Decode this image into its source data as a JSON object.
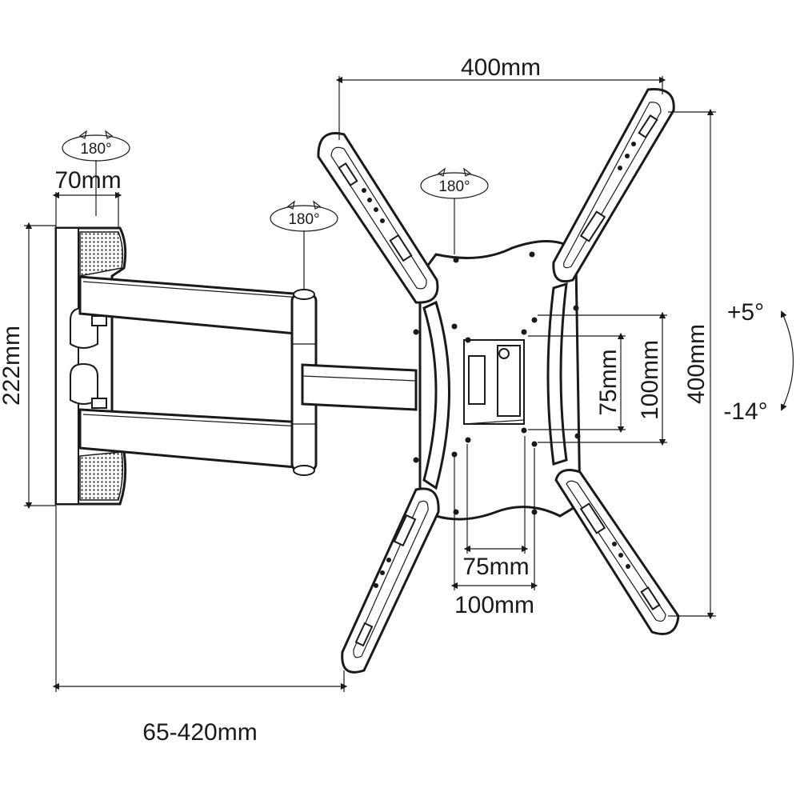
{
  "dimensions": {
    "plate_width": "400mm",
    "plate_height": "400mm",
    "wall_plate_width": "70mm",
    "wall_plate_height": "222mm",
    "extension": "65-420mm",
    "vesa_inner_v": "75mm",
    "vesa_outer_v": "100mm",
    "vesa_inner_h": "75mm",
    "vesa_outer_h": "100mm"
  },
  "rotations": {
    "wall_swivel": "180°",
    "arm_swivel": "180°",
    "plate_rotation": "180°"
  },
  "tilt": {
    "up": "+5°",
    "down": "-14°"
  },
  "colors": {
    "line": "#1a1a1a",
    "background": "#ffffff"
  }
}
